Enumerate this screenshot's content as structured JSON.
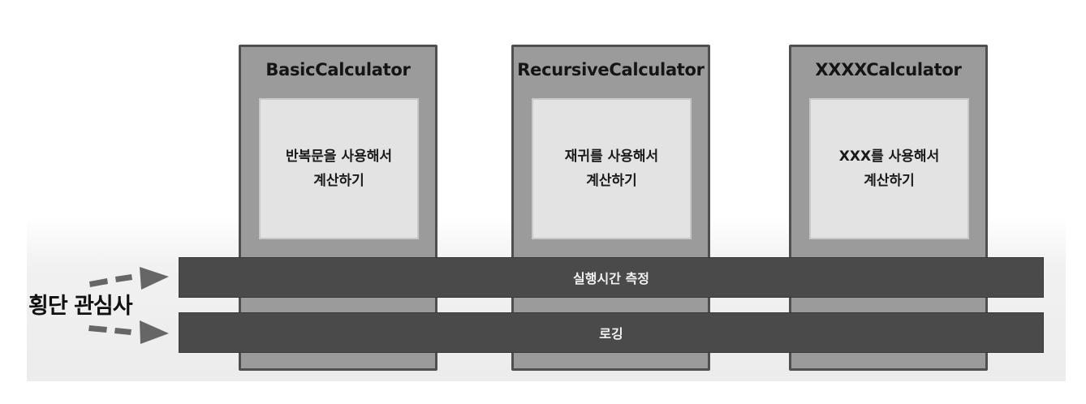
{
  "columns": [
    {
      "title": "BasicCalculator",
      "lines": [
        "반복문을 사용해서",
        "계산하기"
      ]
    },
    {
      "title": "RecursiveCalculator",
      "lines": [
        "재귀를 사용해서",
        "계산하기"
      ]
    },
    {
      "title": "XXXXCalculator",
      "lines": [
        "XXX를 사용해서",
        "계산하기"
      ]
    }
  ],
  "bands": {
    "execution_time": "실행시간 측정",
    "logging": "로깅"
  },
  "cross_cutting_label": "횡단 관심사",
  "colors": {
    "column_fill": "#9b9b9b",
    "column_border": "#4f4f4f",
    "inner_fill": "#e3e3e3",
    "band_fill": "#4a4a4a",
    "band_text": "#f2f2f2",
    "arrow": "#666666"
  }
}
